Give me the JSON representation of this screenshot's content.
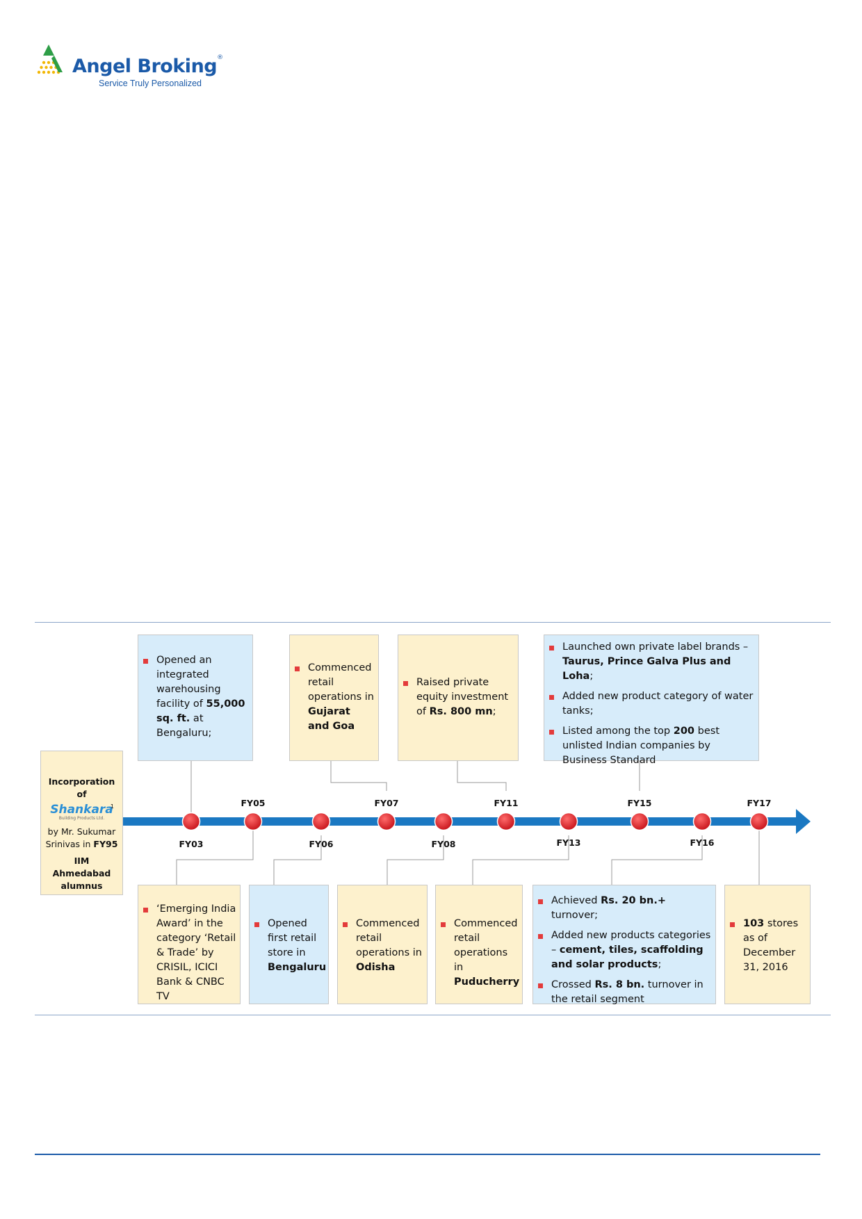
{
  "header": {
    "brand": "Angel Broking",
    "registered_mark": "®",
    "tagline": "Service Truly Personalized"
  },
  "incorporation": {
    "line1": "Incorporation of",
    "logo_text": "Shankara",
    "logo_sub": "Building Products Ltd.",
    "footnote_mark": "1",
    "line2_pre": "by Mr. Sukumar Srinivas in ",
    "line2_bold": "FY95",
    "line3": "IIM Ahmedabad alumnus"
  },
  "years": {
    "fy03": "FY03",
    "fy05": "FY05",
    "fy06": "FY06",
    "fy07": "FY07",
    "fy08": "FY08",
    "fy11": "FY11",
    "fy13": "FY13",
    "fy15": "FY15",
    "fy16": "FY16",
    "fy17": "FY17"
  },
  "milestones_top": {
    "fy03": {
      "a": "Opened an integrated warehousing facility of ",
      "b": "55,000 sq. ft.",
      "c": " at Bengaluru;"
    },
    "fy07": {
      "a": "Commenced retail operations in ",
      "b": "Gujarat and Goa"
    },
    "fy11": {
      "a": "Raised private equity investment of ",
      "b": "Rs. 800 mn",
      "c": ";"
    },
    "fy15": {
      "i1a": "Launched own private label brands – ",
      "i1b": "Taurus, Prince Galva Plus and Loha",
      "i1c": ";",
      "i2": "Added new product category of water tanks;",
      "i3a": "Listed among the top ",
      "i3b": "200",
      "i3c": " best unlisted Indian companies by Business Standard"
    }
  },
  "milestones_bottom": {
    "fy05": {
      "text": "‘Emerging India Award’ in the category ‘Retail & Trade’ by CRISIL, ICICI Bank & CNBC TV"
    },
    "fy06": {
      "a": "Opened first retail store in ",
      "b": "Bengaluru"
    },
    "fy08": {
      "a": "Commenced retail operations in ",
      "b": "Odisha"
    },
    "fy13": {
      "a": "Commenced retail operations in ",
      "b": "Puducherry"
    },
    "fy16": {
      "i1a": "Achieved ",
      "i1b": "Rs. 20 bn.+",
      "i1c": " turnover;",
      "i2a": "Added new products categories – ",
      "i2b": "cement, tiles, scaffolding and solar products",
      "i2c": ";",
      "i3a": "Crossed ",
      "i3b": "Rs. 8 bn.",
      "i3c": " turnover in the retail segment"
    },
    "fy17": {
      "a": "103",
      "b": " stores as of December 31, 2016"
    }
  },
  "colors": {
    "brand_blue": "#1b5aa8",
    "arrow_blue": "#1a78c2",
    "node_red": "#e0232b",
    "box_yellow": "#fdf1cd",
    "box_blue": "#d7ecfa"
  }
}
